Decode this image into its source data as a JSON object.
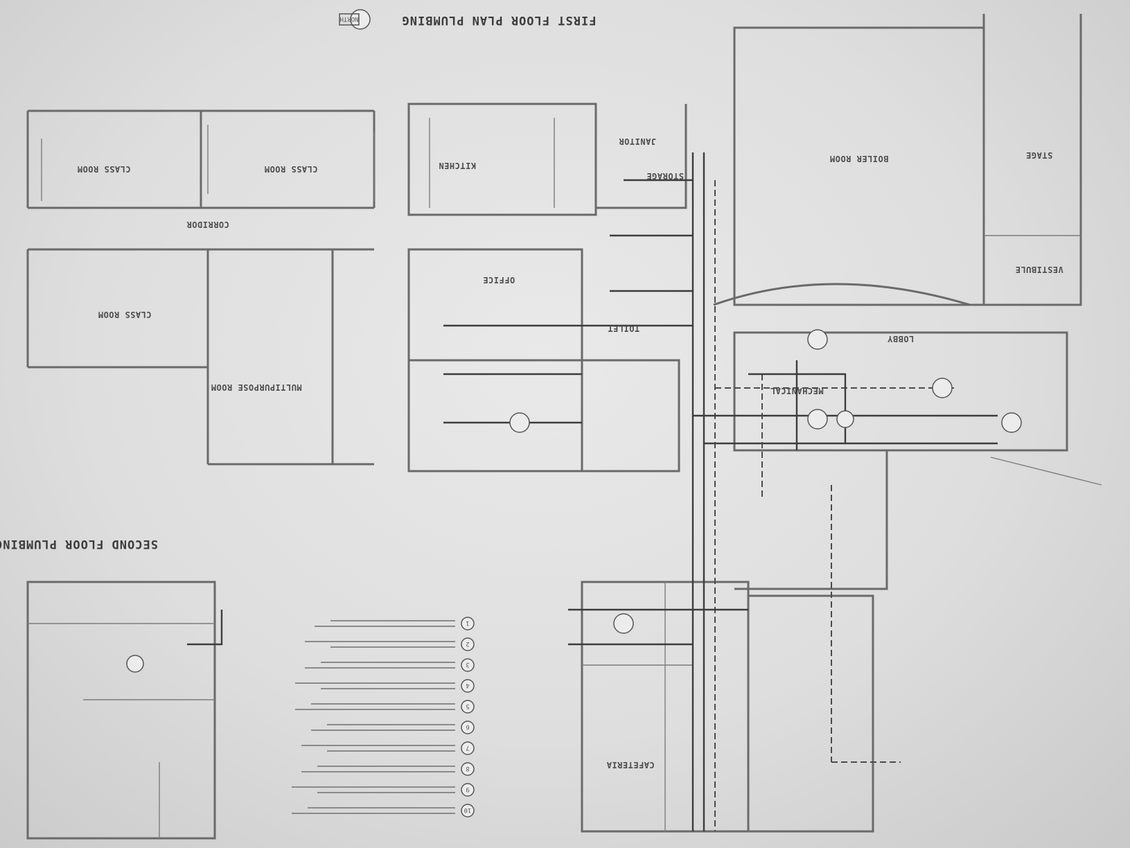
{
  "drawing": {
    "title_main": "FIRST FLOOR PLAN PLUMBING",
    "title_second": "SECOND FLOOR PLUMBING",
    "north_label": "NORTH",
    "room_labels": [
      "CORRIDOR",
      "STORAGE",
      "BOILER ROOM",
      "KITCHEN",
      "TOILET",
      "JANITOR",
      "MECHANICAL",
      "OFFICE",
      "CLASS ROOM",
      "CLASS ROOM",
      "CLASS ROOM",
      "MULTIPURPOSE ROOM",
      "CAFETERIA",
      "LOBBY",
      "STAGE",
      "VESTIBULE"
    ],
    "keynote_numbers": [
      "1",
      "2",
      "3",
      "4",
      "5",
      "6",
      "7",
      "8",
      "9",
      "10"
    ],
    "keynote_count": 10,
    "colors": {
      "paper": "#e4e4e4",
      "linework": "#5a5a5a",
      "pipe": "#3c3c3c"
    }
  }
}
